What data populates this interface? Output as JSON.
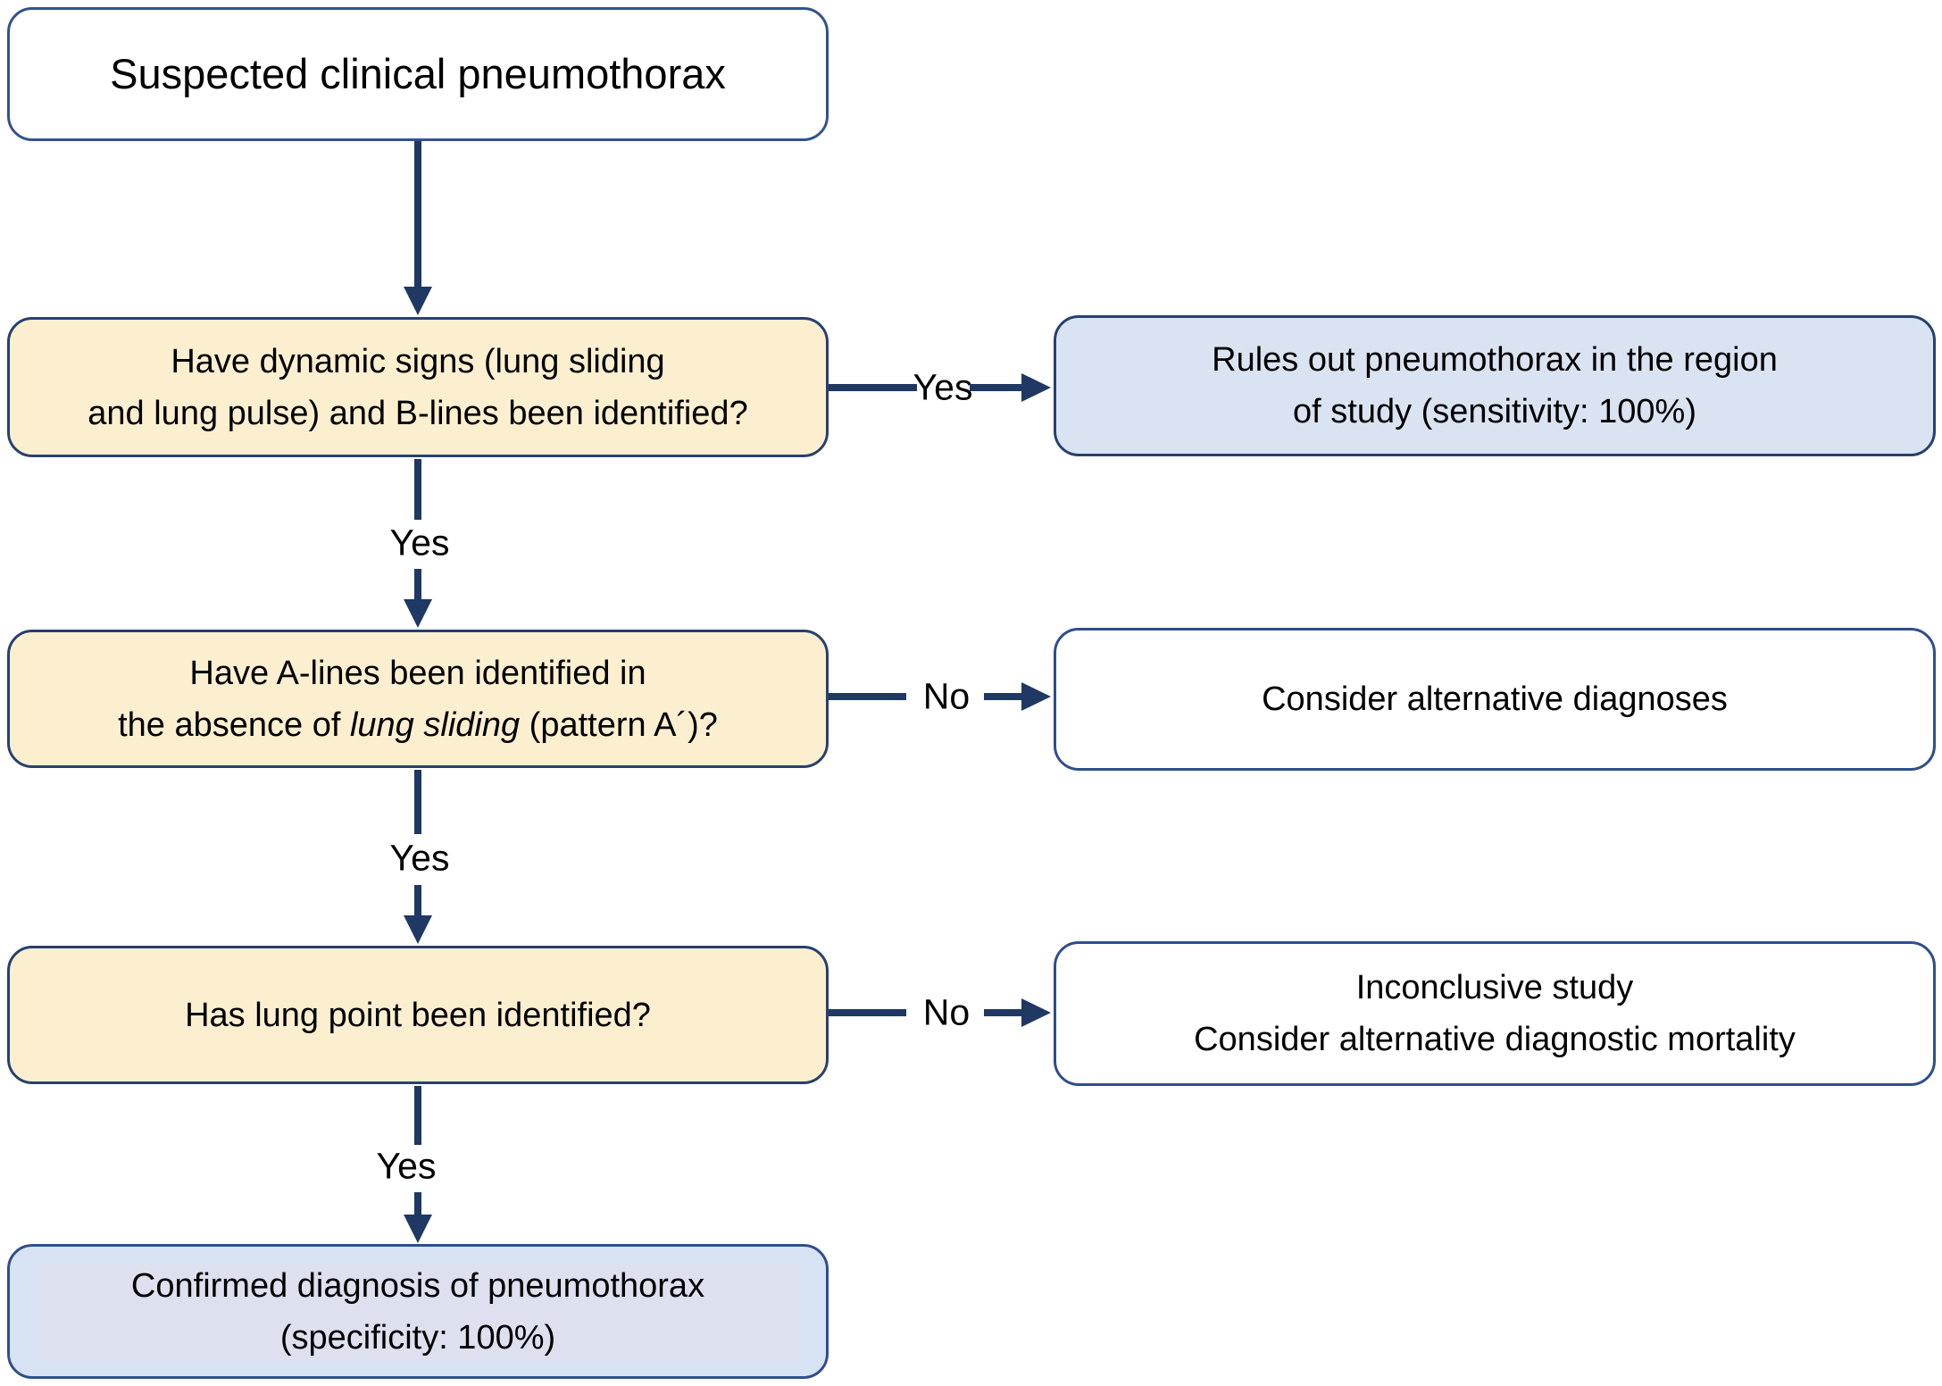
{
  "diagram_title": "Suspected clinical pneumothorax",
  "colors": {
    "question_fill": "#FCEFD0",
    "blue_fill": "#DAE3F2",
    "final_inner_fill": "#DCE0EF",
    "arrow": "#1F3864",
    "box_border_dark": "#27406E",
    "box_border_medium": "#2E4E8C"
  },
  "nodes": {
    "start": {
      "text": "Suspected clinical pneumothorax"
    },
    "q1": {
      "line1": "Have dynamic signs (lung sliding",
      "line2": "and lung pulse) and B-lines been identified?"
    },
    "r1": {
      "line1": "Rules out pneumothorax in the region",
      "line2": "of study (sensitivity: 100%)"
    },
    "q2": {
      "line1": "Have A-lines been identified in",
      "line2_pre": "the absence of ",
      "line2_italic": "lung sliding",
      "line2_post": " (pattern A´)?"
    },
    "r2": {
      "line1": "Consider alternative diagnoses"
    },
    "q3": {
      "line1": "Has lung point been identified?"
    },
    "r3": {
      "line1": "Inconclusive study",
      "line2": "Consider alternative diagnostic mortality"
    },
    "final": {
      "line1": "Confirmed diagnosis of pneumothorax",
      "line2": "(specificity: 100%)"
    }
  },
  "edges": {
    "q1_right_label": "Yes",
    "q1_down_label": "Yes",
    "q2_right_label": "No",
    "q2_down_label": "Yes",
    "q3_right_label": "No",
    "q3_down_label": "Yes"
  }
}
